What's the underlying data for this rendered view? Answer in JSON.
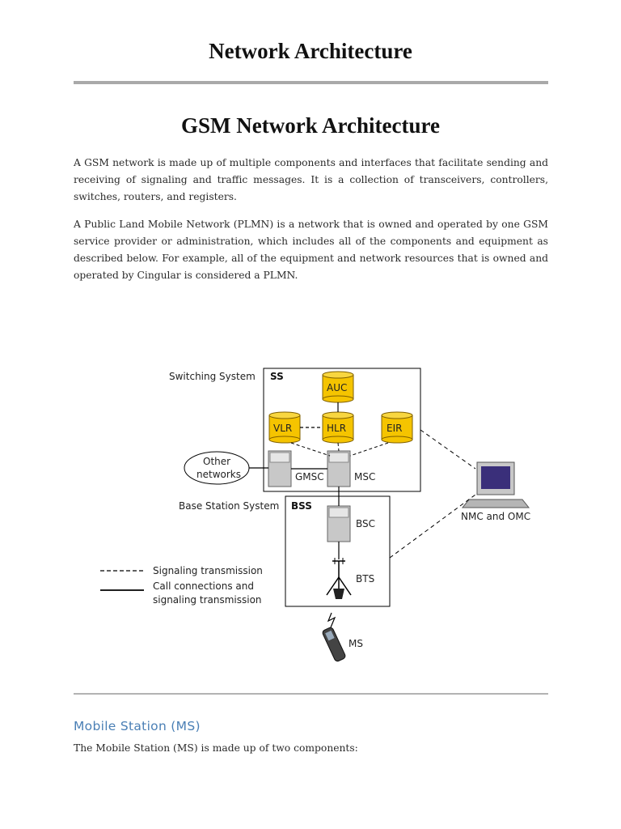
{
  "header": {
    "title": "Network Architecture"
  },
  "section": {
    "title": "GSM Network Architecture",
    "paragraph1": "A GSM network is made up of multiple components and interfaces that facilitate sending and receiving of signaling and traffic messages. It is a collection of transceivers, controllers, switches, routers, and registers.",
    "paragraph2": "A Public Land Mobile Network (PLMN) is a network that is owned and operated by one GSM service provider or administration, which includes all of the components and equipment as described below. For example, all of the equipment and network resources that is owned and operated by Cingular is considered a PLMN."
  },
  "diagram": {
    "switching_system_label": "Switching System",
    "ss_label": "SS",
    "base_station_system_label": "Base Station System",
    "bss_label": "BSS",
    "auc": "AUC",
    "vlr": "VLR",
    "hlr": "HLR",
    "eir": "EIR",
    "other_networks_line1": "Other",
    "other_networks_line2": "networks",
    "gmsc": "GMSC",
    "msc": "MSC",
    "bsc": "BSC",
    "bts": "BTS",
    "ms": "MS",
    "nmc_omc": "NMC and OMC",
    "legend_signaling": "Signaling transmission",
    "legend_call_line1": "Call connections and",
    "legend_call_line2": "signaling transmission",
    "colors": {
      "database": "#f5c400",
      "box_stroke": "#000000"
    }
  },
  "mobile_station": {
    "heading": "Mobile Station (MS)",
    "text": "The Mobile Station (MS) is made up of two components:"
  }
}
